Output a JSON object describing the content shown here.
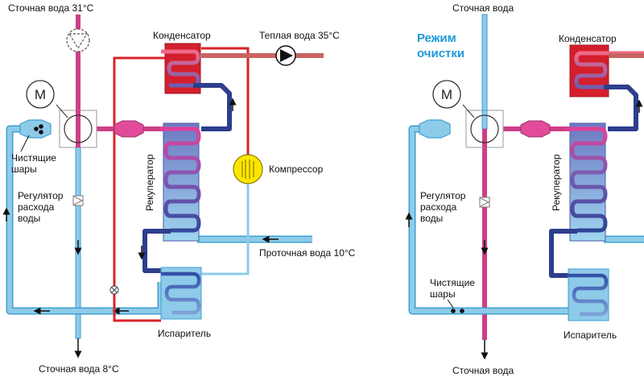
{
  "colors": {
    "waste_pipe": "#cc3f86",
    "cold_pipe": "#8ecbe9",
    "cold_outline": "#3d9fd3",
    "red_pipe": "#d8232a",
    "hot_pipe": "#c96461",
    "navy_pipe": "#2d3e8c",
    "compressor": "#ffe600",
    "condenser": "#d41f2c"
  },
  "left": {
    "waste_in": "Сточная вода 31°C",
    "condenser": "Конденсатор",
    "warm_water": "Теплая вода 35°C",
    "motor": "М",
    "cleaning_balls": [
      "Чистящие",
      "шары"
    ],
    "regulator": [
      "Регулятор",
      "расхода",
      "воды"
    ],
    "recuperator": "Рекуператор",
    "compressor": "Компрессор",
    "flow_water": "Проточная вода 10°C",
    "evaporator": "Испаритель",
    "waste_out": "Сточная вода 8°C"
  },
  "right": {
    "waste_in": "Сточная вода",
    "mode": [
      "Режим",
      "очистки"
    ],
    "condenser": "Конденсатор",
    "motor": "М",
    "regulator": [
      "Регулятор",
      "расхода",
      "воды"
    ],
    "recuperator": "Рекуператор",
    "cleaning_balls": [
      "Чистящие",
      "шары"
    ],
    "evaporator": "Испаритель",
    "waste_out": "Сточная вода"
  }
}
